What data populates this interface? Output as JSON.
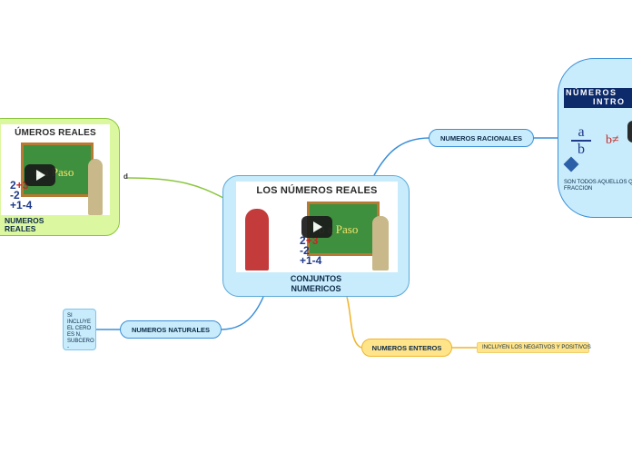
{
  "central": {
    "title": "CONJUNTOS NUMERICOS",
    "video_heading": "LOS NÚMEROS REALES",
    "board_text": "o a Paso"
  },
  "left_node": {
    "label": "NUMEROS REALES",
    "video_heading": "ÚMEROS REALES",
    "board_text": "o a Paso",
    "connector_mark": "d"
  },
  "racionales": {
    "label": "NUMEROS RACIONALES",
    "image_title_line1": "NÚMEROS",
    "image_title_line2": "INTRO",
    "fraction_num": "a",
    "fraction_den": "b",
    "neq_text": "b≠",
    "note": "SON TODOS AQUELLOS QU FRACCION"
  },
  "naturales": {
    "label": "NUMEROS NATURALES",
    "note": "SI INCLUYE EL CERO ES N, SUBCERO -"
  },
  "enteros": {
    "label": "NUMEROS ENTEROS",
    "note": "INCLUYEN LOS NEGATIVOS Y POSITIVOS"
  },
  "colors": {
    "central_fill": "#c8ecfb",
    "left_fill": "#dbf7a0",
    "enteros_fill": "#ffe48a",
    "racionales_fill": "#c8ecfb",
    "naturales_fill": "#c8ecfb"
  }
}
